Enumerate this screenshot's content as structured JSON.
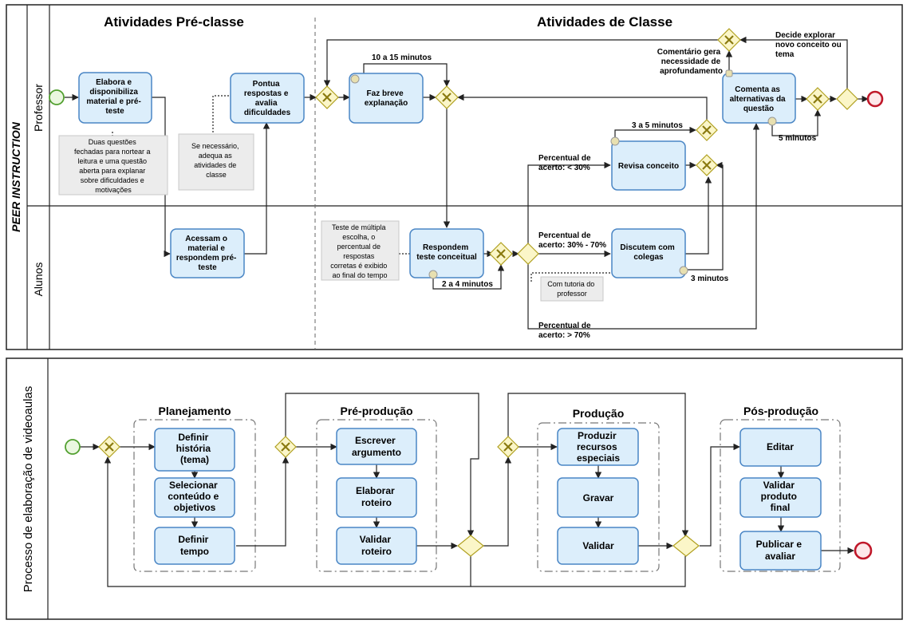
{
  "top": {
    "pool_label": "PEER INSTRUCTION",
    "lanes": [
      "Professor",
      "Alunos"
    ],
    "section_preclass": "Atividades Pré-classe",
    "section_class": "Atividades de Classe",
    "tasks": {
      "elabora": [
        "Elabora e",
        "disponibiliza",
        "material e pré-",
        "teste"
      ],
      "pontua": [
        "Pontua",
        "respostas e",
        "avalia",
        "dificuldades"
      ],
      "faz_breve": [
        "Faz breve",
        "explanação"
      ],
      "comenta": [
        "Comenta as",
        "alternativas da",
        "questão"
      ],
      "revisa": [
        "Revisa conceito"
      ],
      "acessam": [
        "Acessam o",
        "material e",
        "respondem pré-",
        "teste"
      ],
      "respondem": [
        "Respondem",
        "teste conceitual"
      ],
      "discutem": [
        "Discutem com",
        "colegas"
      ]
    },
    "notes": {
      "duas_questoes": [
        "Duas questões",
        "fechadas para nortear a",
        "leitura e uma questão",
        "aberta para explanar",
        "sobre dificuldades e",
        "motivações"
      ],
      "se_necessario": [
        "Se necessário,",
        "adequa as",
        "atividades de",
        "classe"
      ],
      "teste_multipla": [
        "Teste de múltipla",
        "escolha, o",
        "percentual de",
        "respostas",
        "corretas é exibido",
        "ao final do tempo"
      ],
      "tutoria": [
        "Com tutoria do",
        "professor"
      ]
    },
    "labels": {
      "t10_15": "10 a 15 minutos",
      "t3_5": "3 a 5 minutos",
      "t5": "5 minutos",
      "t3": "3 minutos",
      "t2_4": "2 a 4 minutos",
      "decide": [
        "Decide explorar",
        "novo conceito ou",
        "tema"
      ],
      "comentario": [
        "Comentário gera",
        "necessidade de",
        "aprofundamento"
      ],
      "pct_lt30": [
        "Percentual de",
        "acerto: < 30%"
      ],
      "pct_30_70": [
        "Percentual de",
        "acerto: 30% - 70%"
      ],
      "pct_gt70": [
        "Percentual de",
        "acerto: > 70%"
      ]
    }
  },
  "bottom": {
    "pool_label": "Processo de elaboração de videoaulas",
    "groups": [
      "Planejamento",
      "Pré-produção",
      "Produção",
      "Pós-produção"
    ],
    "tasks": {
      "definir_historia": [
        "Definir",
        "história",
        "(tema)"
      ],
      "selecionar": [
        "Selecionar",
        "conteúdo e",
        "objetivos"
      ],
      "definir_tempo": [
        "Definir",
        "tempo"
      ],
      "escrever": [
        "Escrever",
        "argumento"
      ],
      "elaborar_roteiro": [
        "Elaborar",
        "roteiro"
      ],
      "validar_roteiro": [
        "Validar",
        "roteiro"
      ],
      "produzir": [
        "Produzir",
        "recursos",
        "especiais"
      ],
      "gravar": [
        "Gravar"
      ],
      "validar": [
        "Validar"
      ],
      "editar": [
        "Editar"
      ],
      "validar_produto": [
        "Validar",
        "produto",
        "final"
      ],
      "publicar": [
        "Publicar e",
        "avaliar"
      ]
    }
  },
  "colors": {
    "task_fill": "#dceefb",
    "task_stroke": "#4a86c5",
    "gateway_fill": "#fbf6c8",
    "gateway_stroke": "#b0a020",
    "start_stroke": "#52a030",
    "end_stroke": "#c0182a",
    "note_fill": "#ececec"
  }
}
